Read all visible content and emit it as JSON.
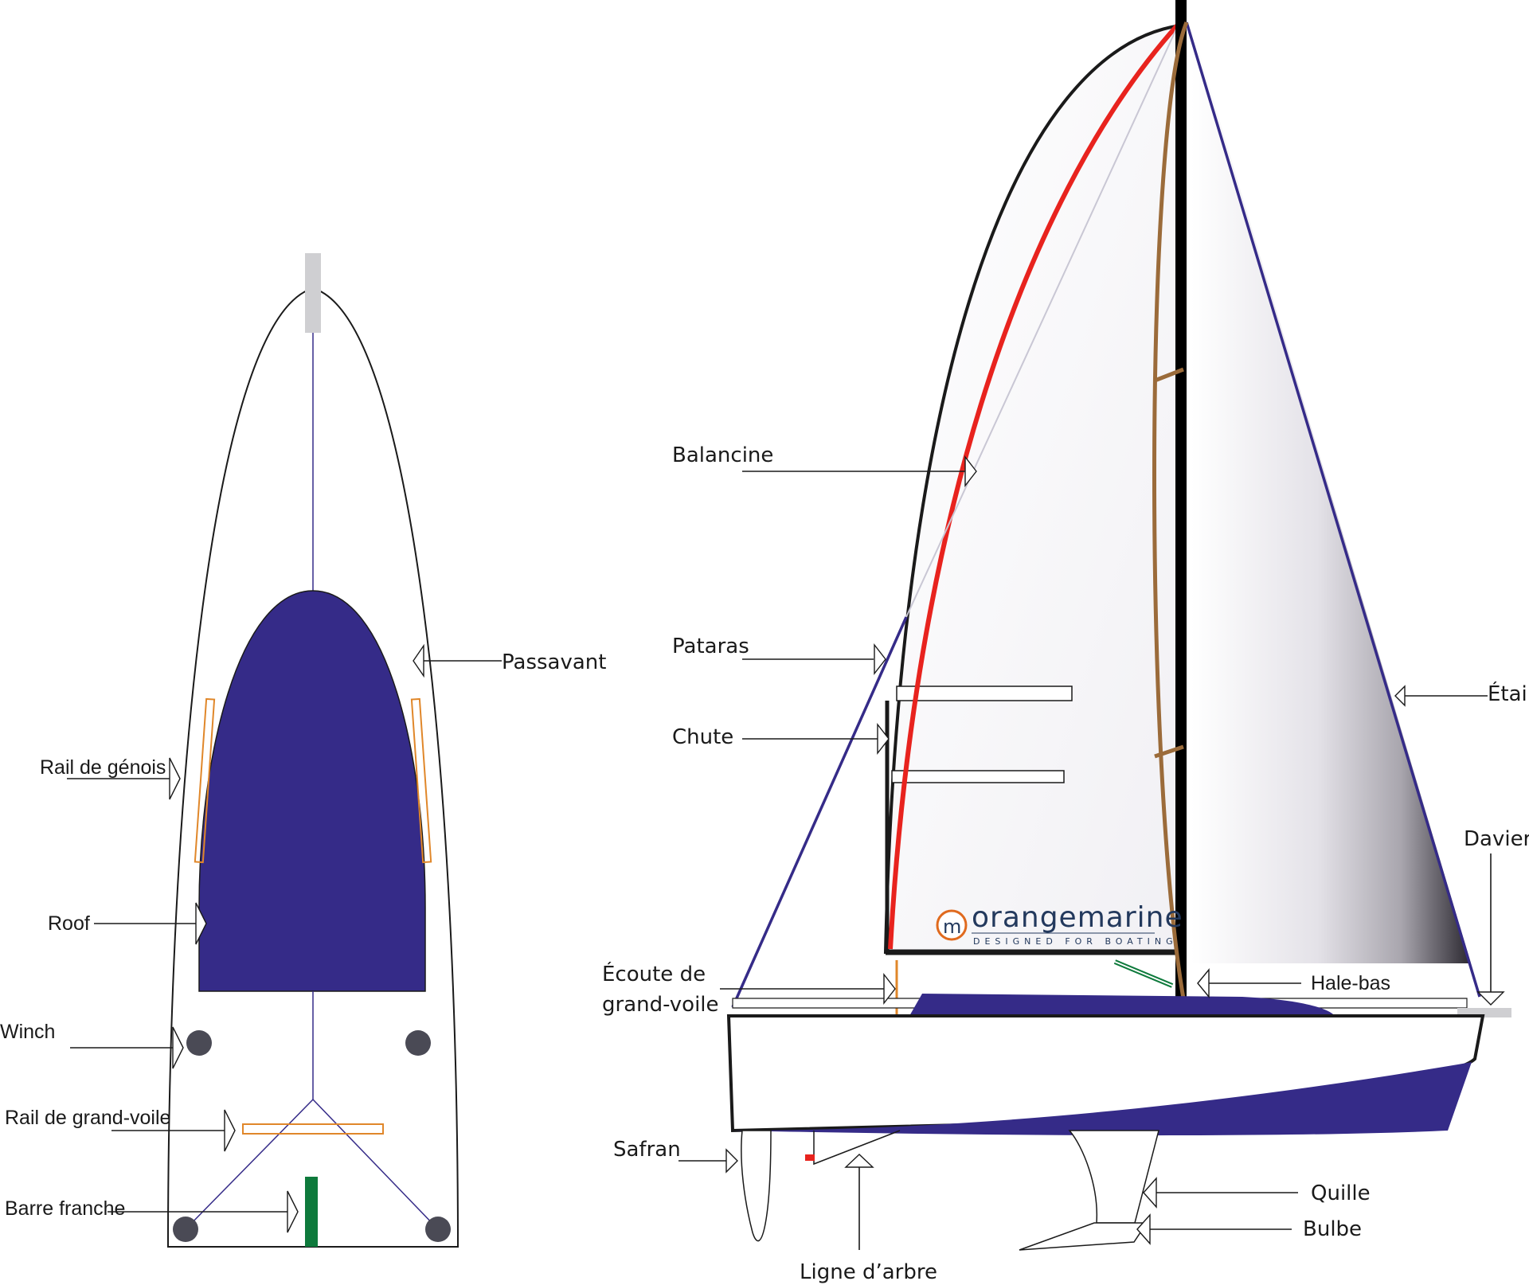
{
  "deck_view": {
    "labels": {
      "passavant": "Passavant",
      "rail_genois": "Rail de génois",
      "roof": "Roof",
      "winch": "Winch",
      "rail_grand_voile": "Rail de grand-voile",
      "barre_franche": "Barre franche"
    }
  },
  "side_view": {
    "labels": {
      "balancine": "Balancine",
      "pataras": "Pataras",
      "chute": "Chute",
      "etai": "Étai",
      "davier": "Davier",
      "ecoute_line1": "Écoute de",
      "ecoute_line2": "grand-voile",
      "hale_bas": "Hale-bas",
      "safran": "Safran",
      "quille": "Quille",
      "bulbe": "Bulbe",
      "ligne_arbre": "Ligne d’arbre"
    },
    "logo": {
      "mark": "m",
      "brand": "orangemarine",
      "tagline": "DESIGNED FOR BOATING"
    }
  },
  "colors": {
    "hull_blue": "#352b88",
    "rail_orange": "#e0872a",
    "balancine_red": "#e8231e",
    "shroud_brown": "#9b6b3a",
    "tiller_green": "#0e7a3c",
    "winch_grey": "#4a4a55",
    "logo_orange": "#e06a1e",
    "logo_navy": "#23395d"
  }
}
